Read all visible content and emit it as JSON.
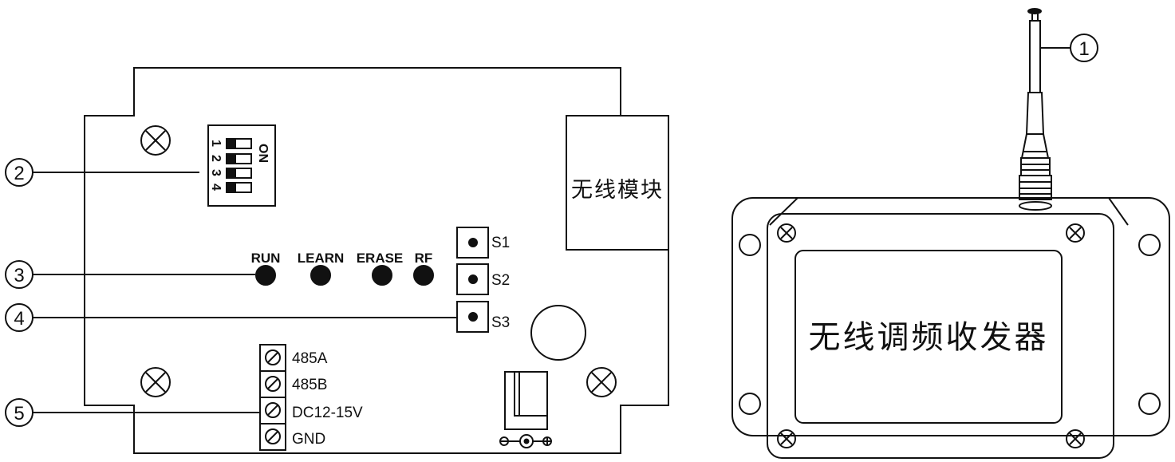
{
  "callouts": [
    "1",
    "2",
    "3",
    "4",
    "5"
  ],
  "dip_switch": {
    "on_label": "ON",
    "numbers": [
      "1",
      "2",
      "3",
      "4"
    ]
  },
  "leds": [
    "RUN",
    "LEARN",
    "ERASE",
    "RF"
  ],
  "buttons": [
    "S1",
    "S2",
    "S3"
  ],
  "terminals": [
    "485A",
    "485B",
    "DC12-15V",
    "GND"
  ],
  "module_label": "无线模块",
  "enclosure_label": "无线调频收发器"
}
